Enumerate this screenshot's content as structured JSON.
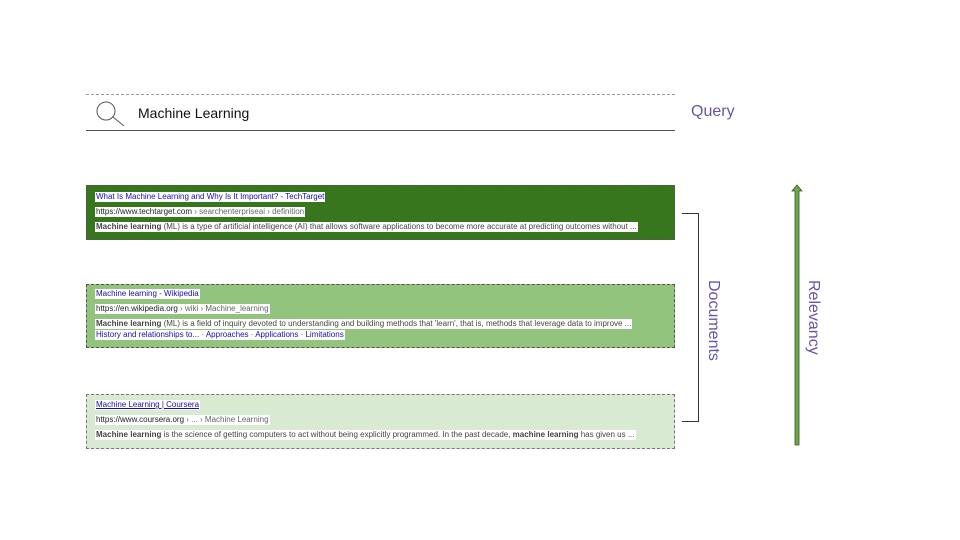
{
  "search": {
    "query": "Machine Learning",
    "icon": "search-icon"
  },
  "labels": {
    "query": "Query",
    "documents": "Documents",
    "relevancy": "Relevancy"
  },
  "colors": {
    "label_purple": "#6a55a3",
    "doc1_bg": "#38761d",
    "doc2_bg": "#93c47d",
    "doc3_bg": "#d9ead3",
    "arrow_fill": "#6aa84f"
  },
  "documents": [
    {
      "title": "What Is Machine Learning and Why Is It Important? - TechTarget",
      "url_main": "https://www.techtarget.com",
      "url_path": " › searchenterpriseai › definition",
      "snippet_bold": "Machine learning",
      "snippet_rest": " (ML) is a type of artificial intelligence (AI) that allows software applications to become more accurate at predicting outcomes without ..."
    },
    {
      "title": "Machine learning - Wikipedia",
      "url_main": "https://en.wikipedia.org",
      "url_path": " › wiki › Machine_learning",
      "snippet_bold": "Machine learning",
      "snippet_rest": " (ML) is a field of inquiry devoted to understanding and building methods that 'learn', that is, methods that leverage data to improve ...",
      "sublinks": [
        "History and relationships to...",
        "Approaches",
        "Applications",
        "Limitations"
      ],
      "separator": " · "
    },
    {
      "title": "Machine Learning | Coursera",
      "url_main": "https://www.coursera.org",
      "url_path": " › ... › Machine Learning",
      "snippet_bold": "Machine learning",
      "snippet_mid": " is the science of getting computers to act without being explicitly programmed. In the past decade, ",
      "snippet_bold2": "machine learning",
      "snippet_end": " has given us ..."
    }
  ]
}
